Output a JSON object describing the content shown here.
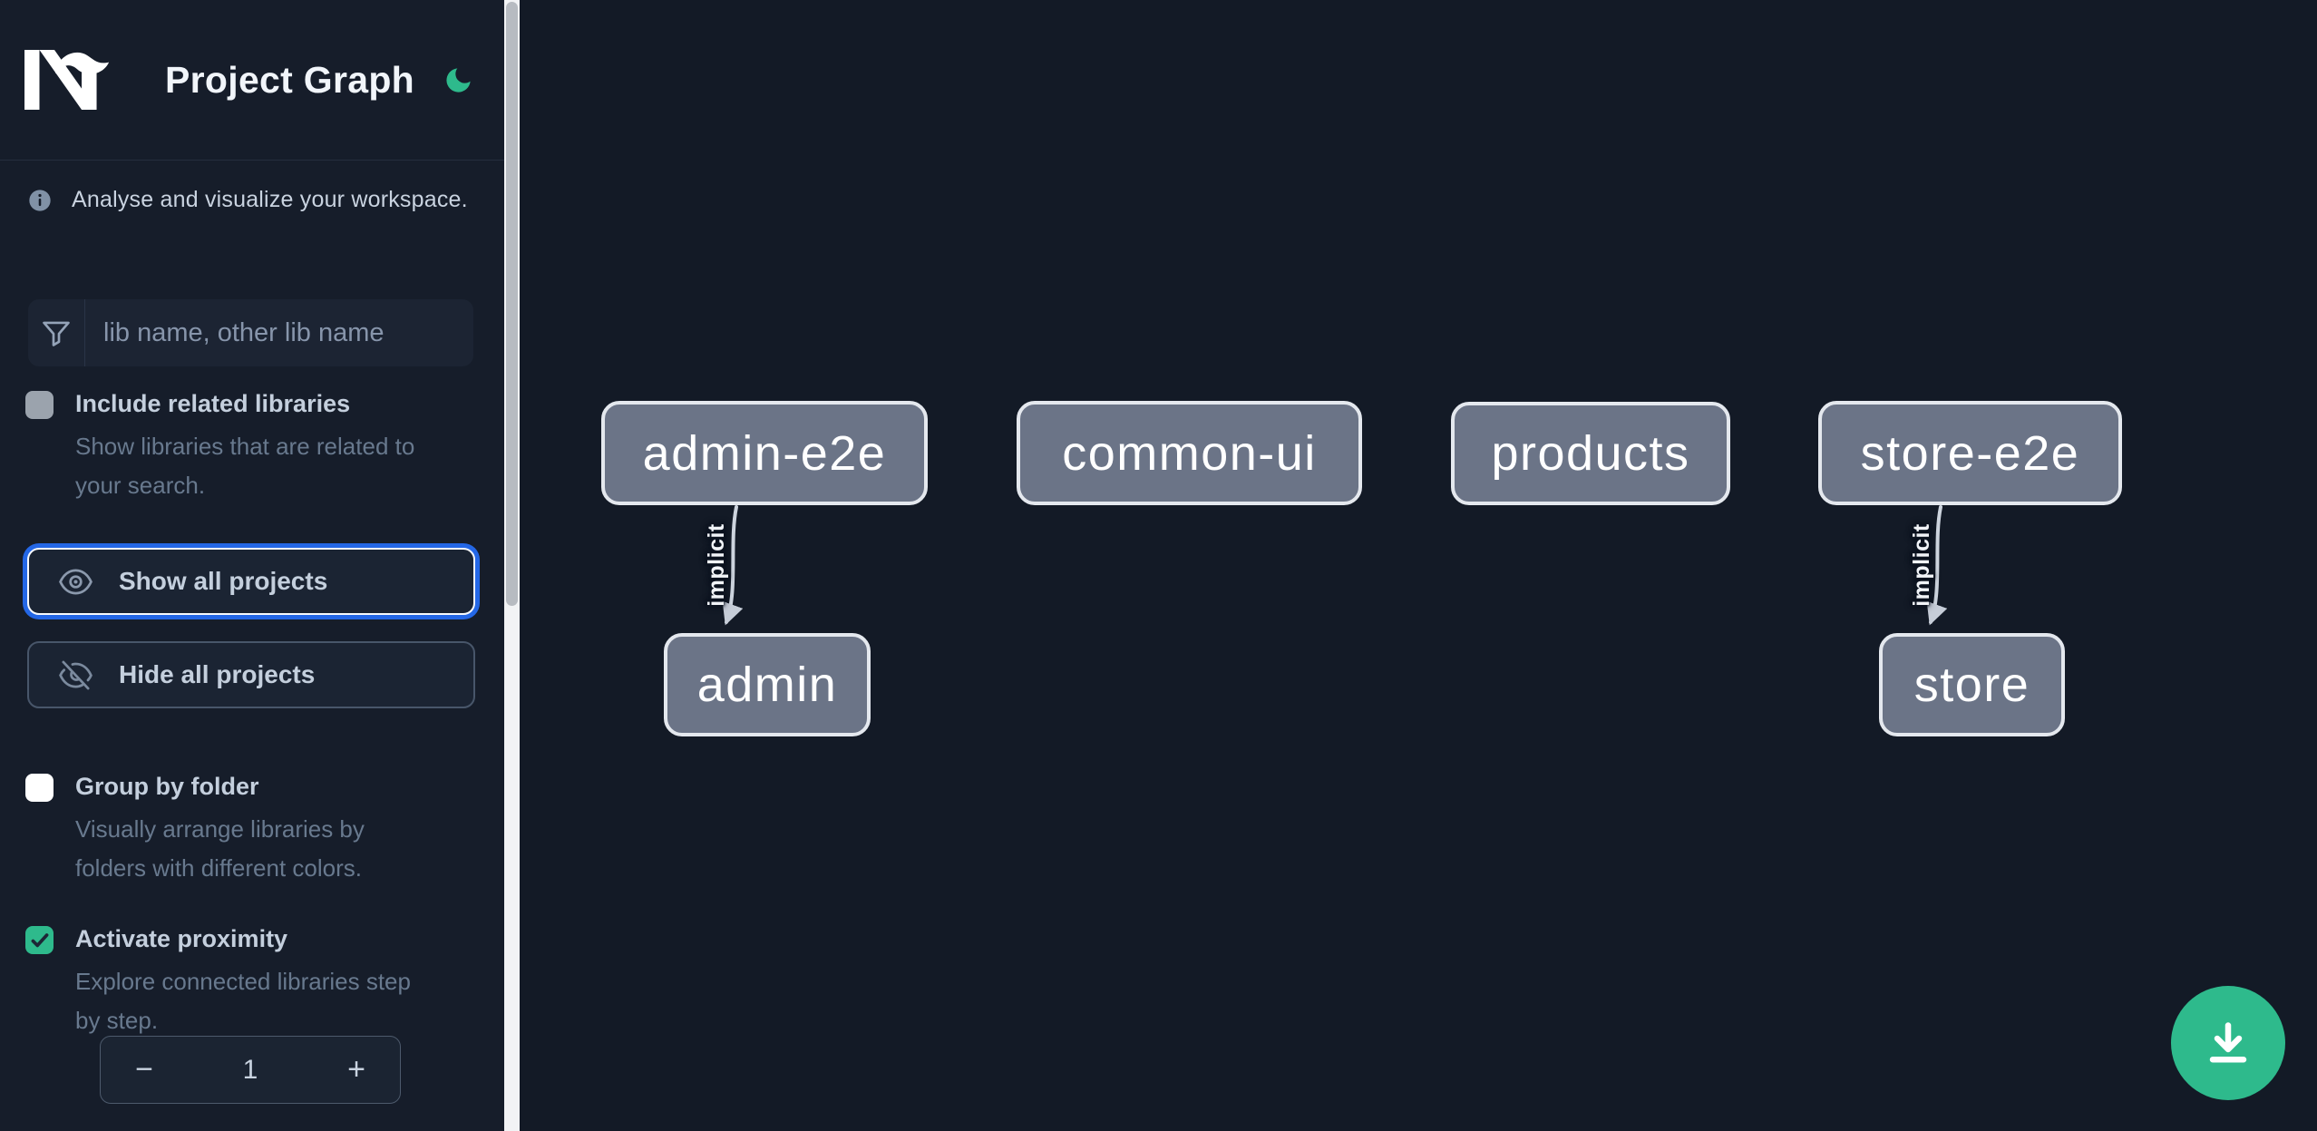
{
  "header": {
    "title": "Project Graph",
    "logo_icon": "nx-logo",
    "theme_toggle_icon": "moon-icon"
  },
  "sidebar": {
    "tagline": "Analyse and visualize your workspace.",
    "tagline_icon": "info-icon",
    "filter": {
      "icon": "funnel-icon",
      "placeholder": "lib name, other lib name",
      "value": ""
    },
    "options": [
      {
        "label": "Include related libraries",
        "description": "Show libraries that are related to\nyour search.",
        "checked": false
      },
      {
        "label": "Group by folder",
        "description": "Visually arrange libraries by\nfolders with different colors.",
        "checked": false
      },
      {
        "label": "Activate proximity",
        "description": "Explore connected libraries step\nby step.",
        "checked": true
      }
    ],
    "actions": [
      {
        "label": "Show all projects",
        "icon": "eye-icon",
        "focused": true
      },
      {
        "label": "Hide all projects",
        "icon": "eye-off-icon",
        "focused": false
      }
    ],
    "proximity_stepper": {
      "decrement": "−",
      "value": "1",
      "increment": "+"
    }
  },
  "graph": {
    "nodes": [
      {
        "label": "admin-e2e"
      },
      {
        "label": "common-ui"
      },
      {
        "label": "products"
      },
      {
        "label": "store-e2e"
      },
      {
        "label": "admin"
      },
      {
        "label": "store"
      }
    ],
    "edges": [
      {
        "from": "admin-e2e",
        "to": "admin",
        "label": "implicit"
      },
      {
        "from": "store-e2e",
        "to": "store",
        "label": "implicit"
      }
    ]
  },
  "fab": {
    "icon": "download-icon"
  },
  "colors": {
    "accent_green": "#2eba8c",
    "focus_blue": "#2467e6",
    "sidebar_bg": "#161d2a",
    "canvas_bg": "#131a26",
    "node_fill": "#6b7487",
    "node_border": "#e4e8ee"
  }
}
